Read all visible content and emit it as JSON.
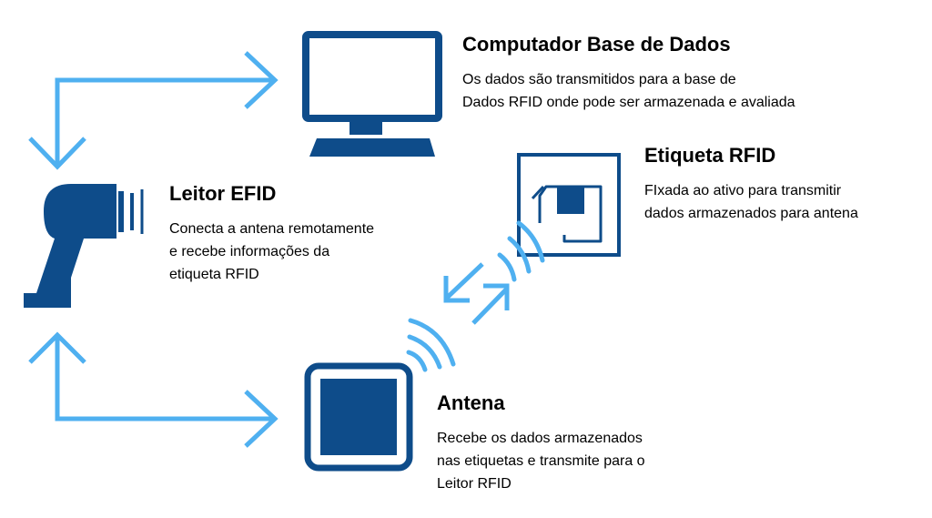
{
  "colors": {
    "dark_blue": "#0e4c8a",
    "light_blue": "#4fb0f0"
  },
  "icons": [
    "computer-monitor-icon",
    "rfid-tag-icon",
    "barcode-reader-icon",
    "antenna-icon"
  ],
  "computer": {
    "title": "Computador Base de Dados",
    "lines": [
      "Os dados são transmitidos para a base de",
      "Dados RFID onde pode ser armazenada e avaliada"
    ]
  },
  "tag": {
    "title": "Etiqueta RFID",
    "lines": [
      "FIxada ao ativo para transmitir",
      "dados armazenados para antena"
    ]
  },
  "reader": {
    "title": "Leitor EFID",
    "lines": [
      "Conecta a antena remotamente",
      "e recebe informações da",
      "etiqueta RFID"
    ]
  },
  "antenna": {
    "title": "Antena",
    "lines": [
      "Recebe os dados armazenados",
      "nas etiquetas e transmite para o",
      "Leitor RFID"
    ]
  }
}
